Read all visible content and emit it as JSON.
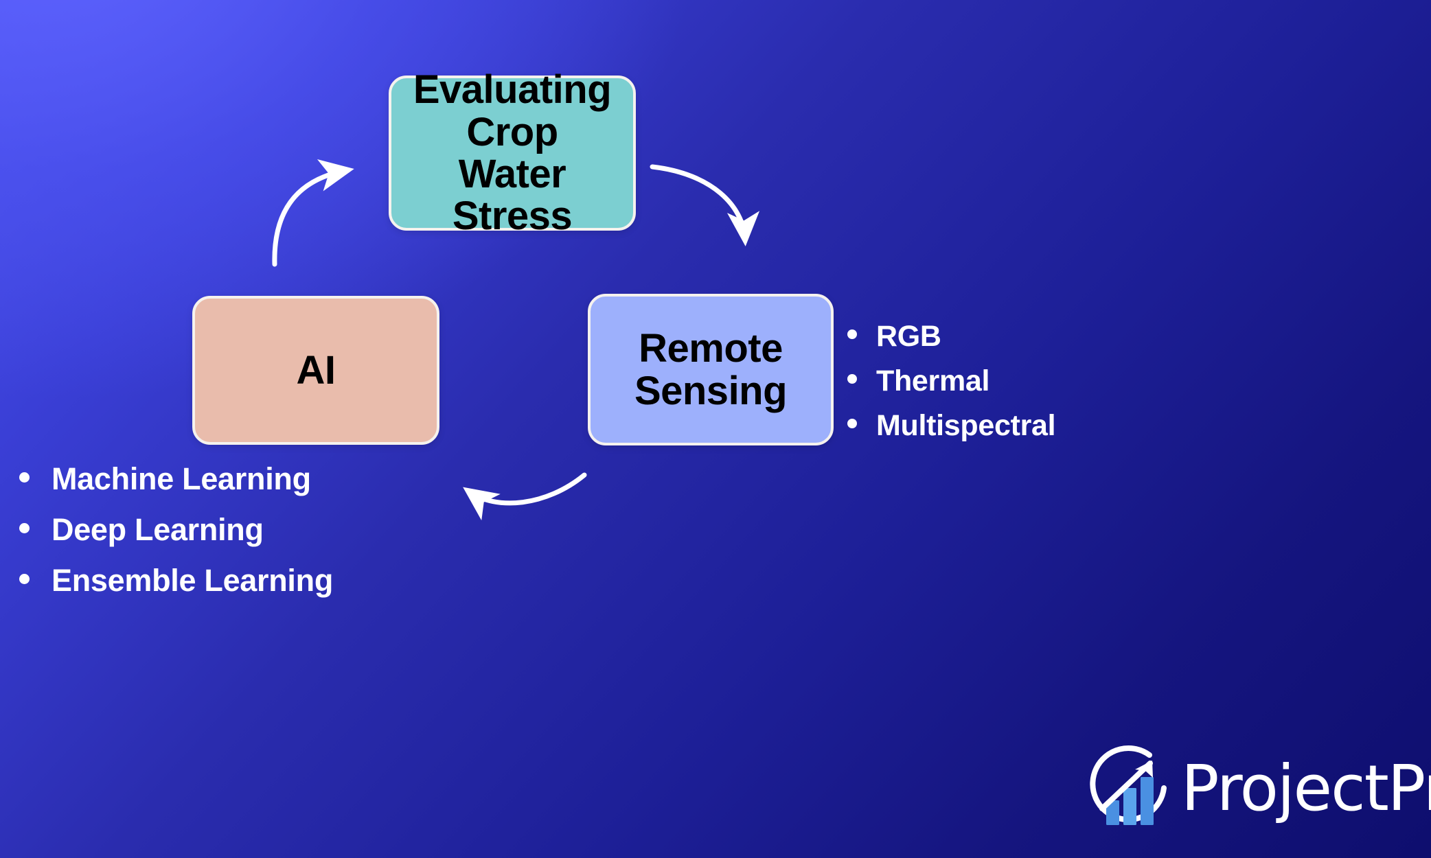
{
  "theme": {
    "background_gradient_from": "#4D54EE",
    "background_gradient_to": "#0D0D6E",
    "node_border": "#F5F2EE",
    "text_white": "#FFFFFF",
    "text_black": "#000000"
  },
  "diagram": {
    "type": "cycle",
    "nodes": [
      {
        "id": "evaluating-crop-water-stress",
        "label": "Evaluating\nCrop\nWater Stress",
        "line1": "Evaluating",
        "line2": "Crop",
        "line3": "Water Stress",
        "color": "#7CCFD1",
        "position": "top"
      },
      {
        "id": "ai",
        "label": "AI",
        "color": "#E9BCAC",
        "position": "bottom-left"
      },
      {
        "id": "remote-sensing",
        "label": "Remote\nSensing",
        "line1": "Remote",
        "line2": "Sensing",
        "color": "#9DB0FC",
        "position": "bottom-right"
      }
    ],
    "arrows": [
      {
        "from": "ai",
        "to": "evaluating-crop-water-stress",
        "style": "curved",
        "color": "#FFFFFF"
      },
      {
        "from": "evaluating-crop-water-stress",
        "to": "remote-sensing",
        "style": "curved",
        "color": "#FFFFFF"
      },
      {
        "from": "remote-sensing",
        "to": "ai",
        "style": "curved",
        "color": "#FFFFFF"
      }
    ]
  },
  "ai_methods": {
    "items": [
      {
        "label": "Machine Learning"
      },
      {
        "label": "Deep Learning"
      },
      {
        "label": "Ensemble Learning"
      }
    ]
  },
  "remote_sensing_modalities": {
    "items": [
      {
        "label": "RGB"
      },
      {
        "label": "Thermal"
      },
      {
        "label": "Multispectral"
      }
    ]
  },
  "branding": {
    "name": "ProjectPro",
    "icon": "projectpro-bar-chart-arrow-circle-logo",
    "bar_color": "#4A90E2"
  }
}
